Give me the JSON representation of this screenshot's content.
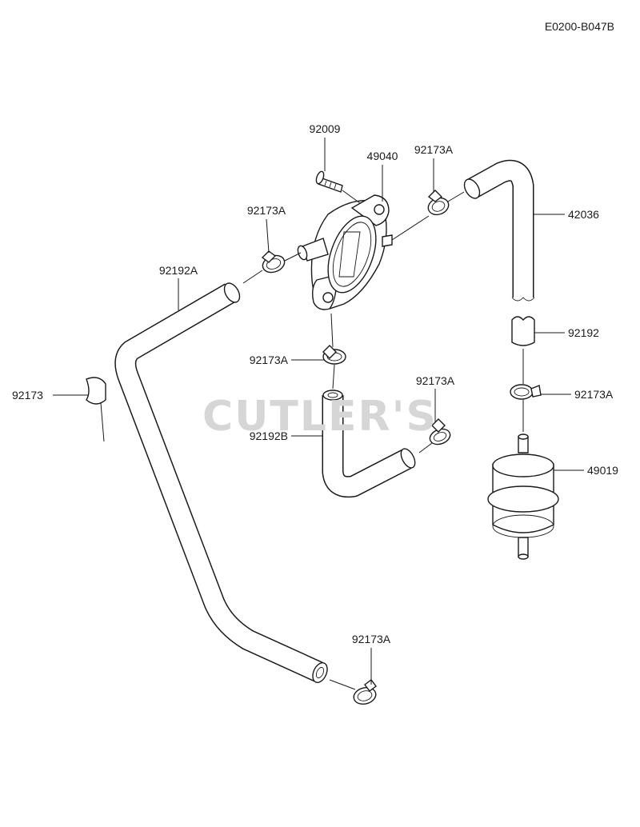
{
  "diagram_code": "E0200-B047B",
  "watermark": "CUTLER'S",
  "labels": {
    "screw": "92009",
    "fuel_pump": "49040",
    "clamp_pump_outlet": "92173A",
    "clamp_pump_inlet": "92173A",
    "long_hose": "92192A",
    "clip": "92173",
    "clamp_pump_bottom": "92173A",
    "elbow_hose": "92192B",
    "clamp_elbow_end": "92173A",
    "tank_hose": "42036",
    "short_hose": "92192",
    "clamp_filter": "92173A",
    "fuel_filter": "49019",
    "clamp_hose_end": "92173A"
  }
}
